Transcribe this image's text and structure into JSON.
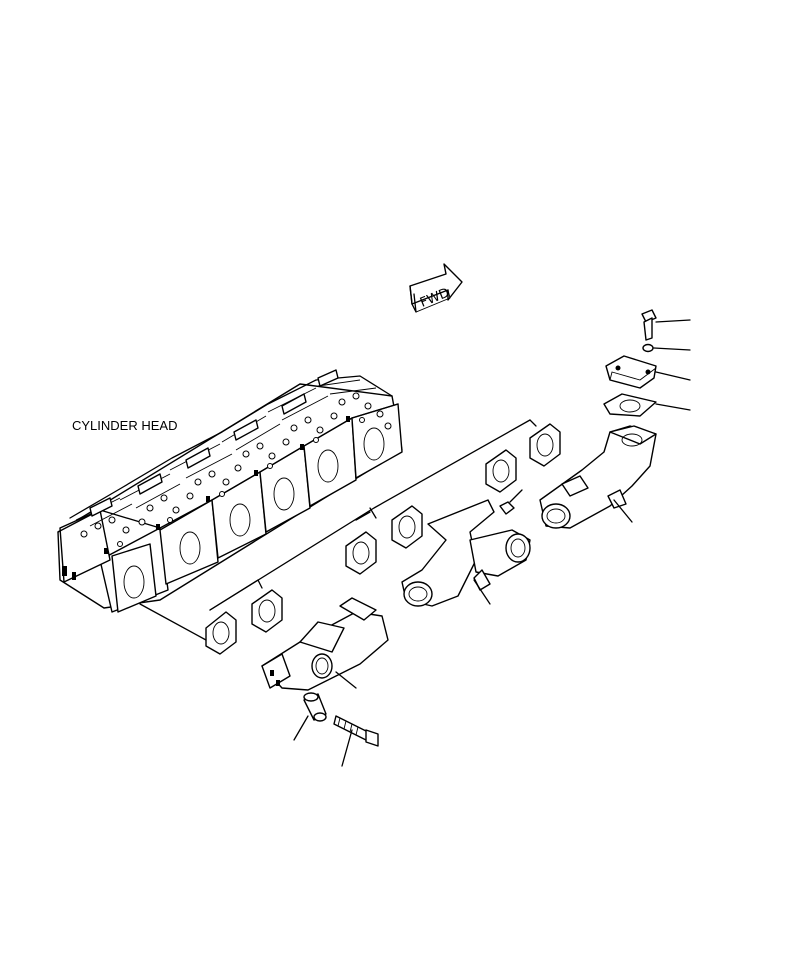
{
  "diagram": {
    "label_cylinder_head": "CYLINDER HEAD",
    "fwd_arrow_text": "FWD"
  },
  "parts": [
    {
      "name": "bolt-top",
      "icon": "bolt-icon"
    },
    {
      "name": "washer-top",
      "icon": "washer-icon"
    },
    {
      "name": "cover-plate",
      "icon": "plate-icon"
    },
    {
      "name": "cover-gasket",
      "icon": "gasket-icon"
    },
    {
      "name": "exhaust-manifold-rear",
      "icon": "manifold-icon"
    },
    {
      "name": "exhaust-manifold-center",
      "icon": "manifold-icon"
    },
    {
      "name": "exhaust-manifold-front",
      "icon": "manifold-icon"
    },
    {
      "name": "exhaust-gaskets",
      "icon": "gasket-icon"
    },
    {
      "name": "sleeve-spacer",
      "icon": "spacer-icon"
    },
    {
      "name": "mounting-bolt",
      "icon": "bolt-icon"
    }
  ]
}
